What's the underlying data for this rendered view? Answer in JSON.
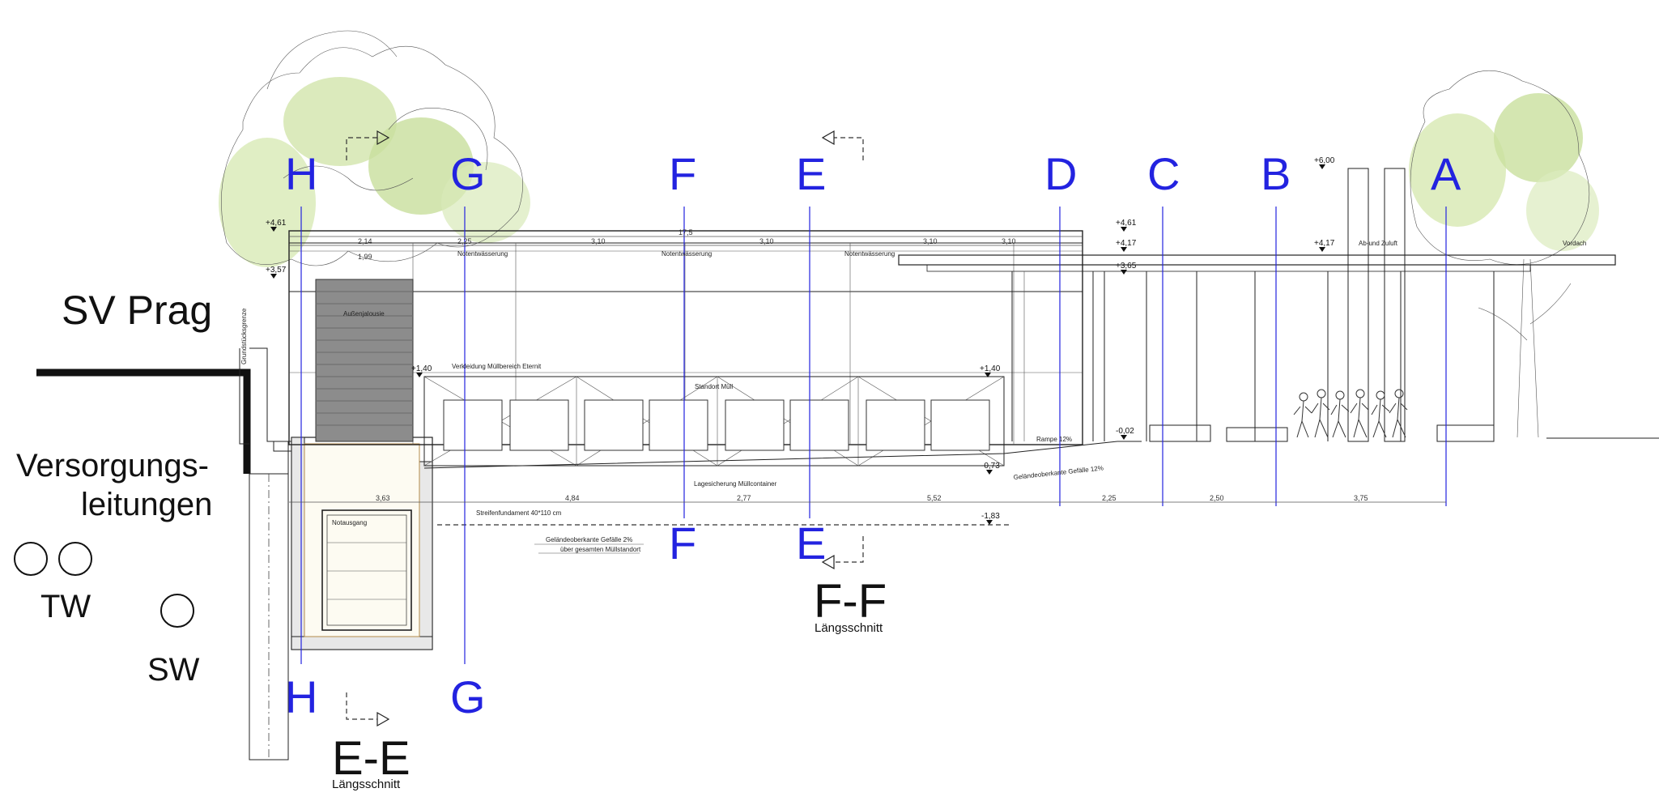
{
  "labels": {
    "sv_prag": "SV Prag",
    "versorgungs": "Versorgungs-",
    "leitungen": "leitungen",
    "tw": "TW",
    "sw": "SW",
    "section_ee": "E-E",
    "section_ff": "F-F",
    "laengsschnitt": "Längsschnitt"
  },
  "axes": [
    "H",
    "G",
    "F",
    "E",
    "D",
    "C",
    "B",
    "A"
  ],
  "annotations": {
    "notentwaesserung": "Notentwässerung",
    "aussenjalousie": "Außenjalousie",
    "verkleidung": "Verkleidung Müllbereich Eternit",
    "standort_muell": "Standort Müll",
    "lagesicherung": "Lagesicherung Müllcontainer",
    "streifenfundament": "Streifenfundament 40*110 cm",
    "gelaende_2_a": "Geländeoberkante Gefälle 2%",
    "gelaende_2_b": "über gesamten Müllstandort",
    "gelaende_12": "Geländeoberkante Gefälle 12%",
    "rampe": "Rampe 12%",
    "notausgang": "Notausgang",
    "ab_zuluft": "Ab-und Zuluft",
    "vordach": "Vordach",
    "grundstuecksgrenze": "Grundstücksgrenze"
  },
  "elevations": {
    "e461_left": "+4,61",
    "e357": "+3,57",
    "e140_left": "+1,40",
    "e140_right": "+1,40",
    "e461_mid": "+4,61",
    "e417_mid": "+4,17",
    "e365": "+3,65",
    "e417_right": "+4,17",
    "e600": "+6,00",
    "m002": "-0,02",
    "m073": "-0,73",
    "m183": "-1,83"
  },
  "dimensions": {
    "top_total": "17,5",
    "d214": "2,14",
    "d199": "1,99",
    "d225": "2,25",
    "d310_a": "3,10",
    "d310_b": "3,10",
    "d310_c": "3,10",
    "d310_d": "3,10",
    "d363": "3,63",
    "d484": "4,84",
    "d277": "2,77",
    "d552": "5,52",
    "d225_b": "2,25",
    "d250": "2,50",
    "d375": "3,75"
  }
}
